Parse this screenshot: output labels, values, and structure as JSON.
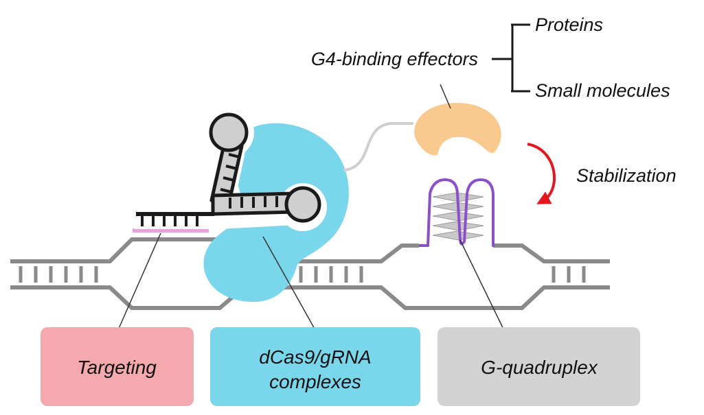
{
  "effectors": {
    "title": "G4-binding effectors",
    "options": [
      "Proteins",
      "Small molecules"
    ]
  },
  "process_label": "Stabilization",
  "boxes": [
    {
      "lines": [
        "Targeting"
      ],
      "color": "#f4a9ae"
    },
    {
      "lines": [
        "dCas9/gRNA",
        "complexes"
      ],
      "color": "#7ad6ea"
    },
    {
      "lines": [
        "G-quadruplex"
      ],
      "color": "#d3d3d3"
    }
  ],
  "colors": {
    "dna": "#8a8a8a",
    "dcas9": "#7ad6ea",
    "target_region": "#e7a2dd",
    "effector": "#f9c98d",
    "g4_strand": "#8a4fc9",
    "arrow": "#e3171e"
  }
}
